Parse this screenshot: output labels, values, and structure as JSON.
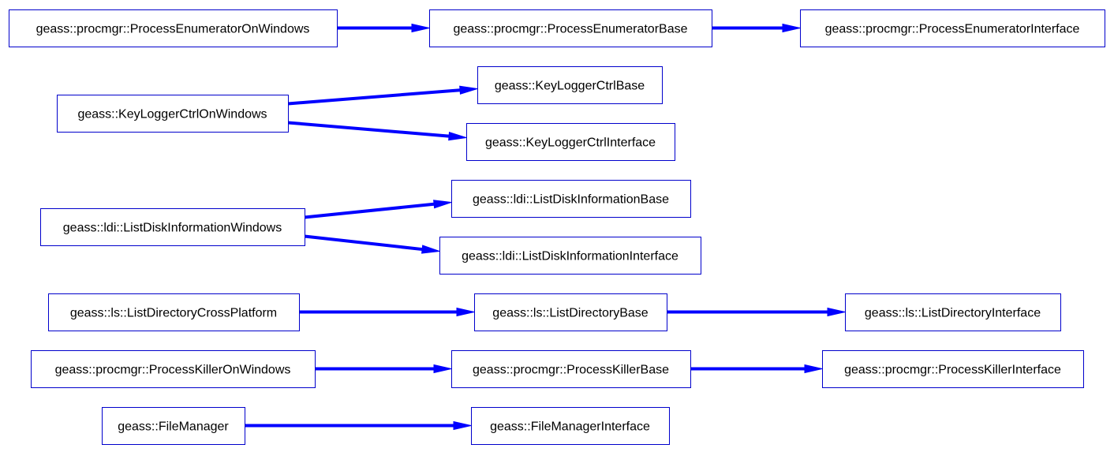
{
  "nodes": [
    {
      "id": "pe_win",
      "label": "geass::procmgr::ProcessEnumeratorOnWindows"
    },
    {
      "id": "pe_base",
      "label": "geass::procmgr::ProcessEnumeratorBase"
    },
    {
      "id": "pe_iface",
      "label": "geass::procmgr::ProcessEnumeratorInterface"
    },
    {
      "id": "kl_win",
      "label": "geass::KeyLoggerCtrlOnWindows"
    },
    {
      "id": "kl_base",
      "label": "geass::KeyLoggerCtrlBase"
    },
    {
      "id": "kl_iface",
      "label": "geass::KeyLoggerCtrlInterface"
    },
    {
      "id": "ldi_win",
      "label": "geass::ldi::ListDiskInformationWindows"
    },
    {
      "id": "ldi_base",
      "label": "geass::ldi::ListDiskInformationBase"
    },
    {
      "id": "ldi_iface",
      "label": "geass::ldi::ListDiskInformationInterface"
    },
    {
      "id": "ls_cross",
      "label": "geass::ls::ListDirectoryCrossPlatform"
    },
    {
      "id": "ls_base",
      "label": "geass::ls::ListDirectoryBase"
    },
    {
      "id": "ls_iface",
      "label": "geass::ls::ListDirectoryInterface"
    },
    {
      "id": "pk_win",
      "label": "geass::procmgr::ProcessKillerOnWindows"
    },
    {
      "id": "pk_base",
      "label": "geass::procmgr::ProcessKillerBase"
    },
    {
      "id": "pk_iface",
      "label": "geass::procmgr::ProcessKillerInterface"
    },
    {
      "id": "fm",
      "label": "geass::FileManager"
    },
    {
      "id": "fm_iface",
      "label": "geass::FileManagerInterface"
    }
  ],
  "edges": [
    {
      "from": "pe_win",
      "to": "pe_base"
    },
    {
      "from": "pe_base",
      "to": "pe_iface"
    },
    {
      "from": "kl_win",
      "to": "kl_base"
    },
    {
      "from": "kl_win",
      "to": "kl_iface"
    },
    {
      "from": "ldi_win",
      "to": "ldi_base"
    },
    {
      "from": "ldi_win",
      "to": "ldi_iface"
    },
    {
      "from": "ls_cross",
      "to": "ls_base"
    },
    {
      "from": "ls_base",
      "to": "ls_iface"
    },
    {
      "from": "pk_win",
      "to": "pk_base"
    },
    {
      "from": "pk_base",
      "to": "pk_iface"
    },
    {
      "from": "fm",
      "to": "fm_iface"
    }
  ],
  "colors": {
    "edge": "#0000ff",
    "node_border": "#0000cc",
    "node_fill": "#ffffff",
    "text": "#000000"
  }
}
